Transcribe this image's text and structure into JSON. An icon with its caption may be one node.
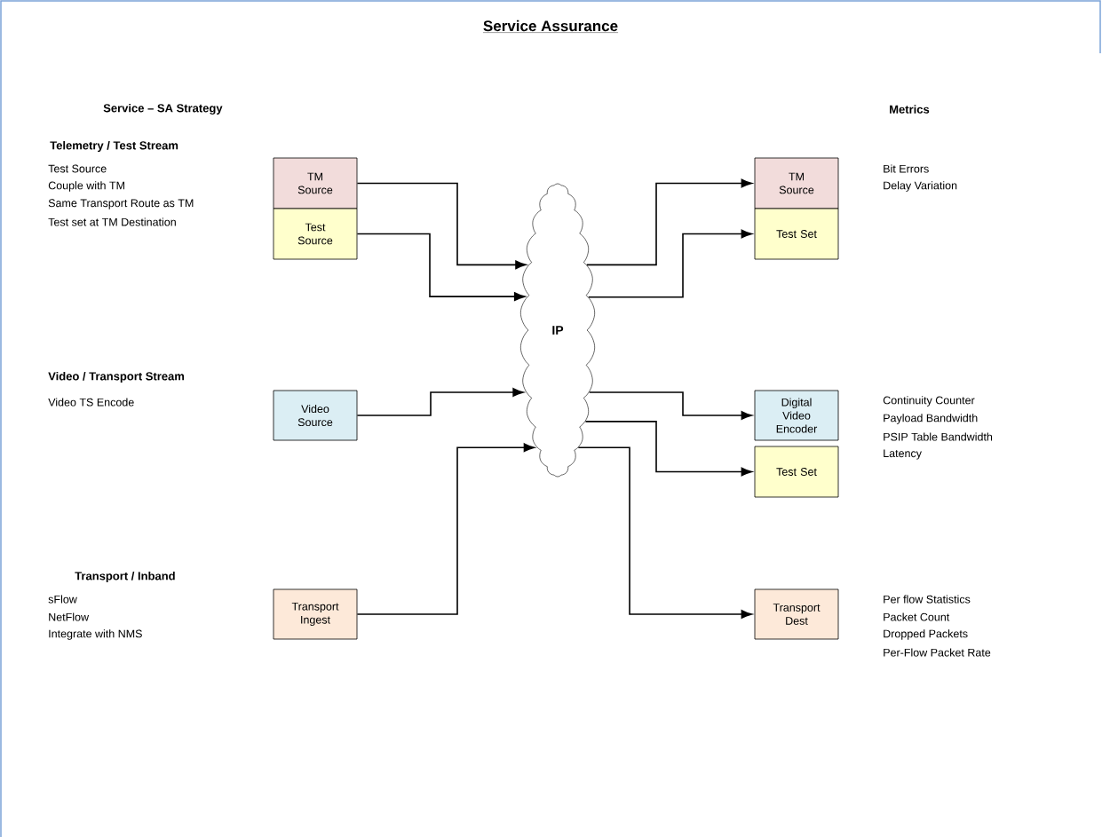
{
  "diagram": {
    "title": "Service Assurance",
    "nodes": [
      {
        "text": [
          "TM Source"
        ]
      },
      {
        "text": [
          "Test Source"
        ]
      },
      {
        "text": [
          "Video Source"
        ]
      },
      {
        "text": [
          "Transport Ingest"
        ]
      },
      {
        "text": [
          "IP"
        ]
      },
      {
        "text": [
          "TM Source"
        ]
      },
      {
        "text": [
          "Test Set"
        ]
      },
      {
        "text": [
          "Digital Video Encoder"
        ]
      },
      {
        "text": [
          "Test Set"
        ]
      },
      {
        "text": [
          "Transport Dest"
        ]
      }
    ],
    "edges": [
      {
        "from": 0,
        "to": 4,
        "arrow": "to"
      },
      {
        "from": 1,
        "to": 4,
        "arrow": "to"
      },
      {
        "from": 2,
        "to": 4,
        "arrow": "to"
      },
      {
        "from": 3,
        "to": 4,
        "arrow": "to"
      },
      {
        "from": 4,
        "to": 5,
        "arrow": "to"
      },
      {
        "from": 4,
        "to": 6,
        "arrow": "to"
      },
      {
        "from": 4,
        "to": 7,
        "arrow": "to"
      },
      {
        "from": 4,
        "to": 8,
        "arrow": "to"
      },
      {
        "from": 4,
        "to": 9,
        "arrow": "to"
      }
    ],
    "labels": [
      "Service – SA Strategy",
      "Metrics",
      "Telemetry / Test Stream",
      "Test Source",
      "Couple with TM",
      "Same Transport Route as TM",
      "Test set at TM Destination",
      "Bit Errors",
      "Delay Variation",
      "Video / Transport Stream",
      "Video TS Encode",
      "Continuity Counter",
      "Payload Bandwidth",
      "PSIP Table Bandwidth",
      "Latency",
      "Transport / Inband",
      "sFlow",
      "NetFlow",
      "Integrate with NMS",
      "Per flow Statistics",
      "Packet Count",
      "Dropped Packets",
      "Per-Flow Packet Rate"
    ]
  }
}
